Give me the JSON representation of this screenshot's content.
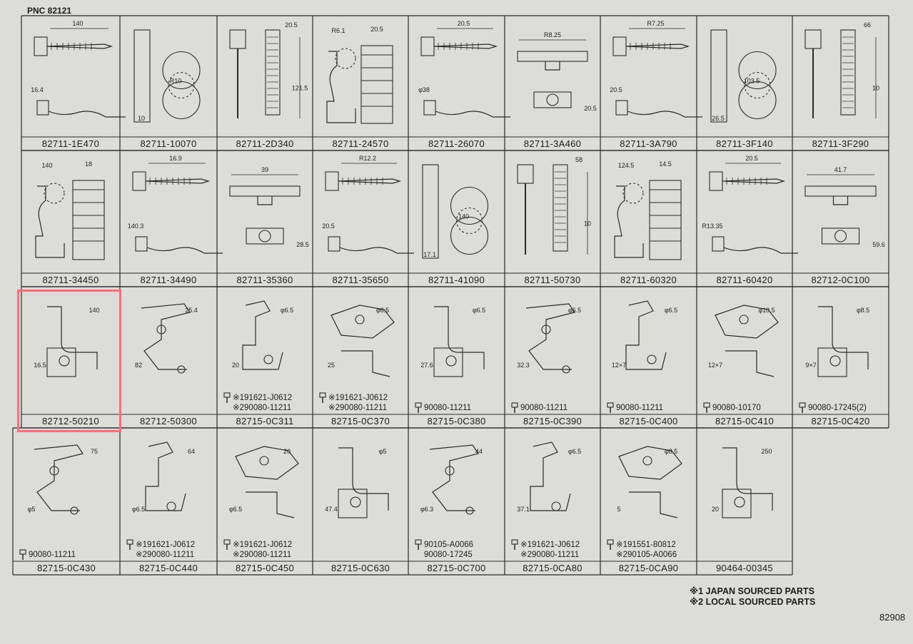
{
  "header": {
    "pnc": "PNC 82121"
  },
  "rows": [
    [
      {
        "part": "82711-1E470",
        "dims": [
          "140",
          "16.4"
        ]
      },
      {
        "part": "82711-10070",
        "dims": [
          "R10",
          "10"
        ]
      },
      {
        "part": "82711-2D340",
        "dims": [
          "20.5",
          "121.5"
        ]
      },
      {
        "part": "82711-24570",
        "dims": [
          "R6.1",
          "20.5"
        ]
      },
      {
        "part": "82711-26070",
        "dims": [
          "20.5",
          "φ38"
        ]
      },
      {
        "part": "82711-3A460",
        "dims": [
          "R8.25",
          "20.5"
        ]
      },
      {
        "part": "82711-3A790",
        "dims": [
          "R7.25",
          "20.5"
        ]
      },
      {
        "part": "82711-3F140",
        "dims": [
          "103.5",
          "26.5"
        ]
      },
      {
        "part": "82711-3F290",
        "dims": [
          "66",
          "10"
        ]
      }
    ],
    [
      {
        "part": "82711-34450",
        "dims": [
          "140",
          "18"
        ]
      },
      {
        "part": "82711-34490",
        "dims": [
          "16.9",
          "140.3"
        ]
      },
      {
        "part": "82711-35360",
        "dims": [
          "39",
          "28.5"
        ]
      },
      {
        "part": "82711-35650",
        "dims": [
          "R12.2",
          "20.5"
        ]
      },
      {
        "part": "82711-41090",
        "dims": [
          "140",
          "17.1"
        ]
      },
      {
        "part": "82711-50730",
        "dims": [
          "58",
          "10"
        ]
      },
      {
        "part": "82711-60320",
        "dims": [
          "124.5",
          "14.5"
        ]
      },
      {
        "part": "82711-60420",
        "dims": [
          "20.5",
          "R13.35"
        ]
      },
      {
        "part": "82712-0C100",
        "dims": [
          "41.7",
          "59.6"
        ]
      }
    ],
    [
      {
        "part": "82712-50210",
        "dims": [
          "140",
          "16.5"
        ]
      },
      {
        "part": "82712-50300",
        "dims": [
          "25.4",
          "82"
        ]
      },
      {
        "part": "82715-0C311",
        "dims": [
          "φ6.5",
          "20"
        ],
        "refs": [
          "※191621-J0612",
          "※290080-11211"
        ]
      },
      {
        "part": "82715-0C370",
        "dims": [
          "φ6.5",
          "25"
        ],
        "refs": [
          "※191621-J0612",
          "※290080-11211"
        ]
      },
      {
        "part": "82715-0C380",
        "dims": [
          "φ6.5",
          "27.6"
        ],
        "refs": [
          "90080-11211"
        ]
      },
      {
        "part": "82715-0C390",
        "dims": [
          "φ6.5",
          "32.3"
        ],
        "refs": [
          "90080-11211"
        ]
      },
      {
        "part": "82715-0C400",
        "dims": [
          "φ6.5",
          "12×7"
        ],
        "refs": [
          "90080-11211"
        ]
      },
      {
        "part": "82715-0C410",
        "dims": [
          "φ10.5",
          "12×7"
        ],
        "refs": [
          "90080-10170"
        ]
      },
      {
        "part": "82715-0C420",
        "dims": [
          "φ8.5",
          "9×7"
        ],
        "refs": [
          "90080-17245(2)"
        ]
      }
    ],
    [
      {
        "part": "82715-0C430",
        "dims": [
          "75",
          "φ5"
        ],
        "refs": [
          "90080-11211"
        ]
      },
      {
        "part": "82715-0C440",
        "dims": [
          "64",
          "φ6.5"
        ],
        "refs": [
          "※191621-J0612",
          "※290080-11211"
        ]
      },
      {
        "part": "82715-0C450",
        "dims": [
          "20",
          "φ6.5"
        ],
        "refs": [
          "※191621-J0612",
          "※290080-11211"
        ]
      },
      {
        "part": "82715-0C630",
        "dims": [
          "φ5",
          "47.4"
        ]
      },
      {
        "part": "82715-0C700",
        "dims": [
          "44",
          "φ6.3"
        ],
        "refs": [
          "90105-A0066",
          "90080-17245"
        ]
      },
      {
        "part": "82715-0CA80",
        "dims": [
          "φ6.5",
          "37.1"
        ],
        "refs": [
          "※191621-J0612",
          "※290080-11211"
        ]
      },
      {
        "part": "82715-0CA90",
        "dims": [
          "φ8.5",
          "5"
        ],
        "refs": [
          "※191551-80812",
          "※290105-A0066"
        ]
      },
      {
        "part": "90464-00345",
        "dims": [
          "250",
          "20"
        ]
      }
    ]
  ],
  "highlight": {
    "part": "82712-50210",
    "color": "#ff6b78"
  },
  "legend": [
    "※1 JAPAN SOURCED PARTS",
    "※2 LOCAL SOURCED PARTS"
  ],
  "page_code": "82908"
}
